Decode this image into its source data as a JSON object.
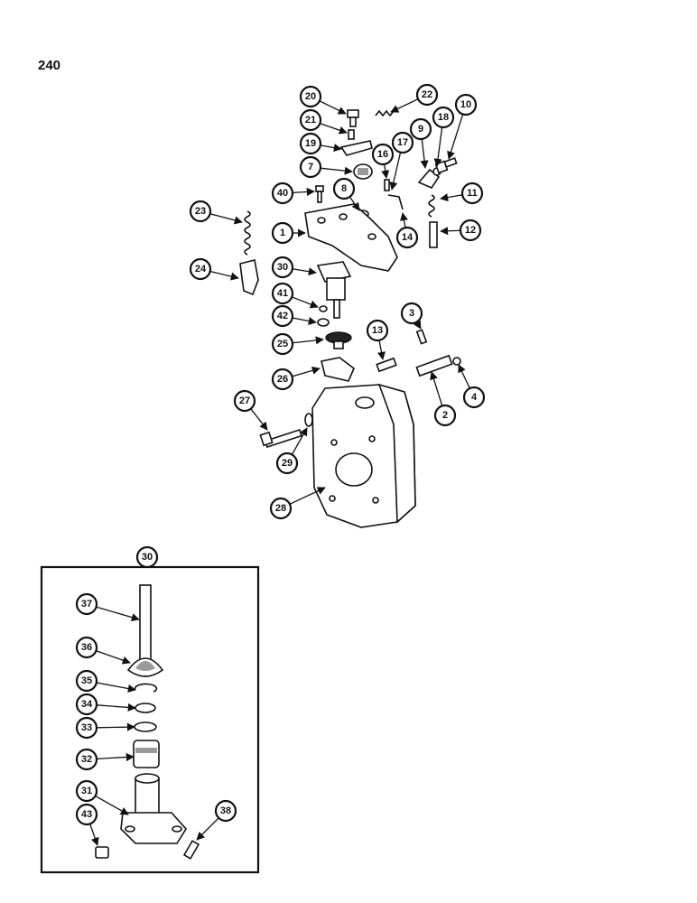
{
  "page_number": "240",
  "callouts": [
    "1",
    "2",
    "3",
    "4",
    "7",
    "8",
    "9",
    "10",
    "11",
    "12",
    "13",
    "14",
    "16",
    "17",
    "18",
    "19",
    "20",
    "21",
    "22",
    "23",
    "24",
    "25",
    "26",
    "27",
    "28",
    "29",
    "30",
    "31",
    "32",
    "33",
    "34",
    "35",
    "36",
    "37",
    "38",
    "40",
    "41",
    "42",
    "43"
  ],
  "inset": {
    "title_callout": "30"
  }
}
